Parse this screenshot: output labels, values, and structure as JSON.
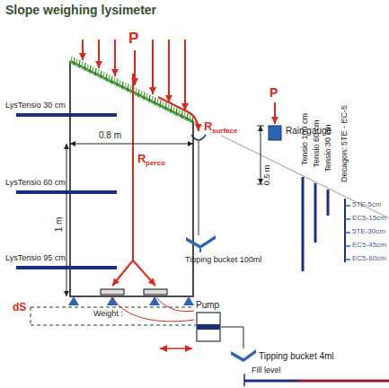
{
  "diagram": {
    "title": "Slope weighing lysimeter",
    "nodes": [
      {
        "text": [
          "Pump"
        ]
      },
      {
        "text": [
          "Tipping bucket 4ml"
        ]
      }
    ],
    "edges": [
      {
        "from": 0,
        "to": 1,
        "arrow": "none"
      }
    ],
    "labels": [
      "P",
      "R",
      "surface",
      "R",
      "perco",
      "LysTensio 30 cm",
      "LysTensio 60 cm",
      "LysTensio 95 cm",
      "0.8 m",
      "1 m",
      "P",
      "Rain gauge",
      "0.5 m",
      "Tensio 100 cm",
      "Tensio 60 cm",
      "Tensio 30 cm",
      "Decagon: 5TE - EC-5",
      "5TE-5cm",
      "EC5-15cm",
      "5TE-30cm",
      "EC5-45cm",
      "EC5-60cm",
      "Tipping bucket 100ml",
      "dS",
      "Weight :",
      "Fill level"
    ]
  }
}
